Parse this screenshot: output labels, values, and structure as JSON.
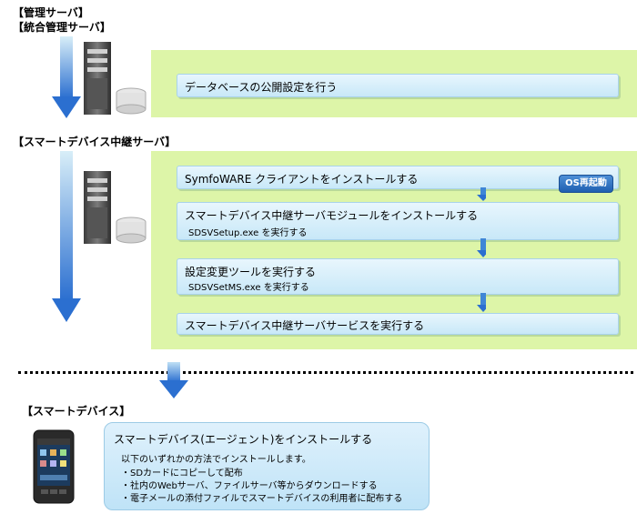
{
  "mgmt_server": {
    "header_line1": "【管理サーバ】",
    "header_line2": "【統合管理サーバ】",
    "steps": [
      {
        "label": "データベースの公開設定を行う"
      }
    ]
  },
  "relay_server": {
    "header": "【スマートデバイス中継サーバ】",
    "steps": [
      {
        "label": "SymfoWARE クライアントをインストールする",
        "sub": ""
      },
      {
        "label": "スマートデバイス中継サーバモジュールをインストールする",
        "sub": "SDSVSetup.exe を実行する"
      },
      {
        "label": "設定変更ツールを実行する",
        "sub": "SDSVSetMS.exe を実行する"
      },
      {
        "label": "スマートデバイス中継サーバサービスを実行する",
        "sub": ""
      }
    ],
    "reboot_badge": "OS再起動"
  },
  "smart_device": {
    "header": "【スマートデバイス】",
    "title": "スマートデバイス(エージェント)をインストールする",
    "intro": "以下のいずれかの方法でインストールします。",
    "methods": [
      "・SDカードにコピーして配布",
      "・社内のWebサーバ、ファイルサーバ等からダウンロードする",
      "・電子メールの添付ファイルでスマートデバイスの利用者に配布する"
    ]
  }
}
